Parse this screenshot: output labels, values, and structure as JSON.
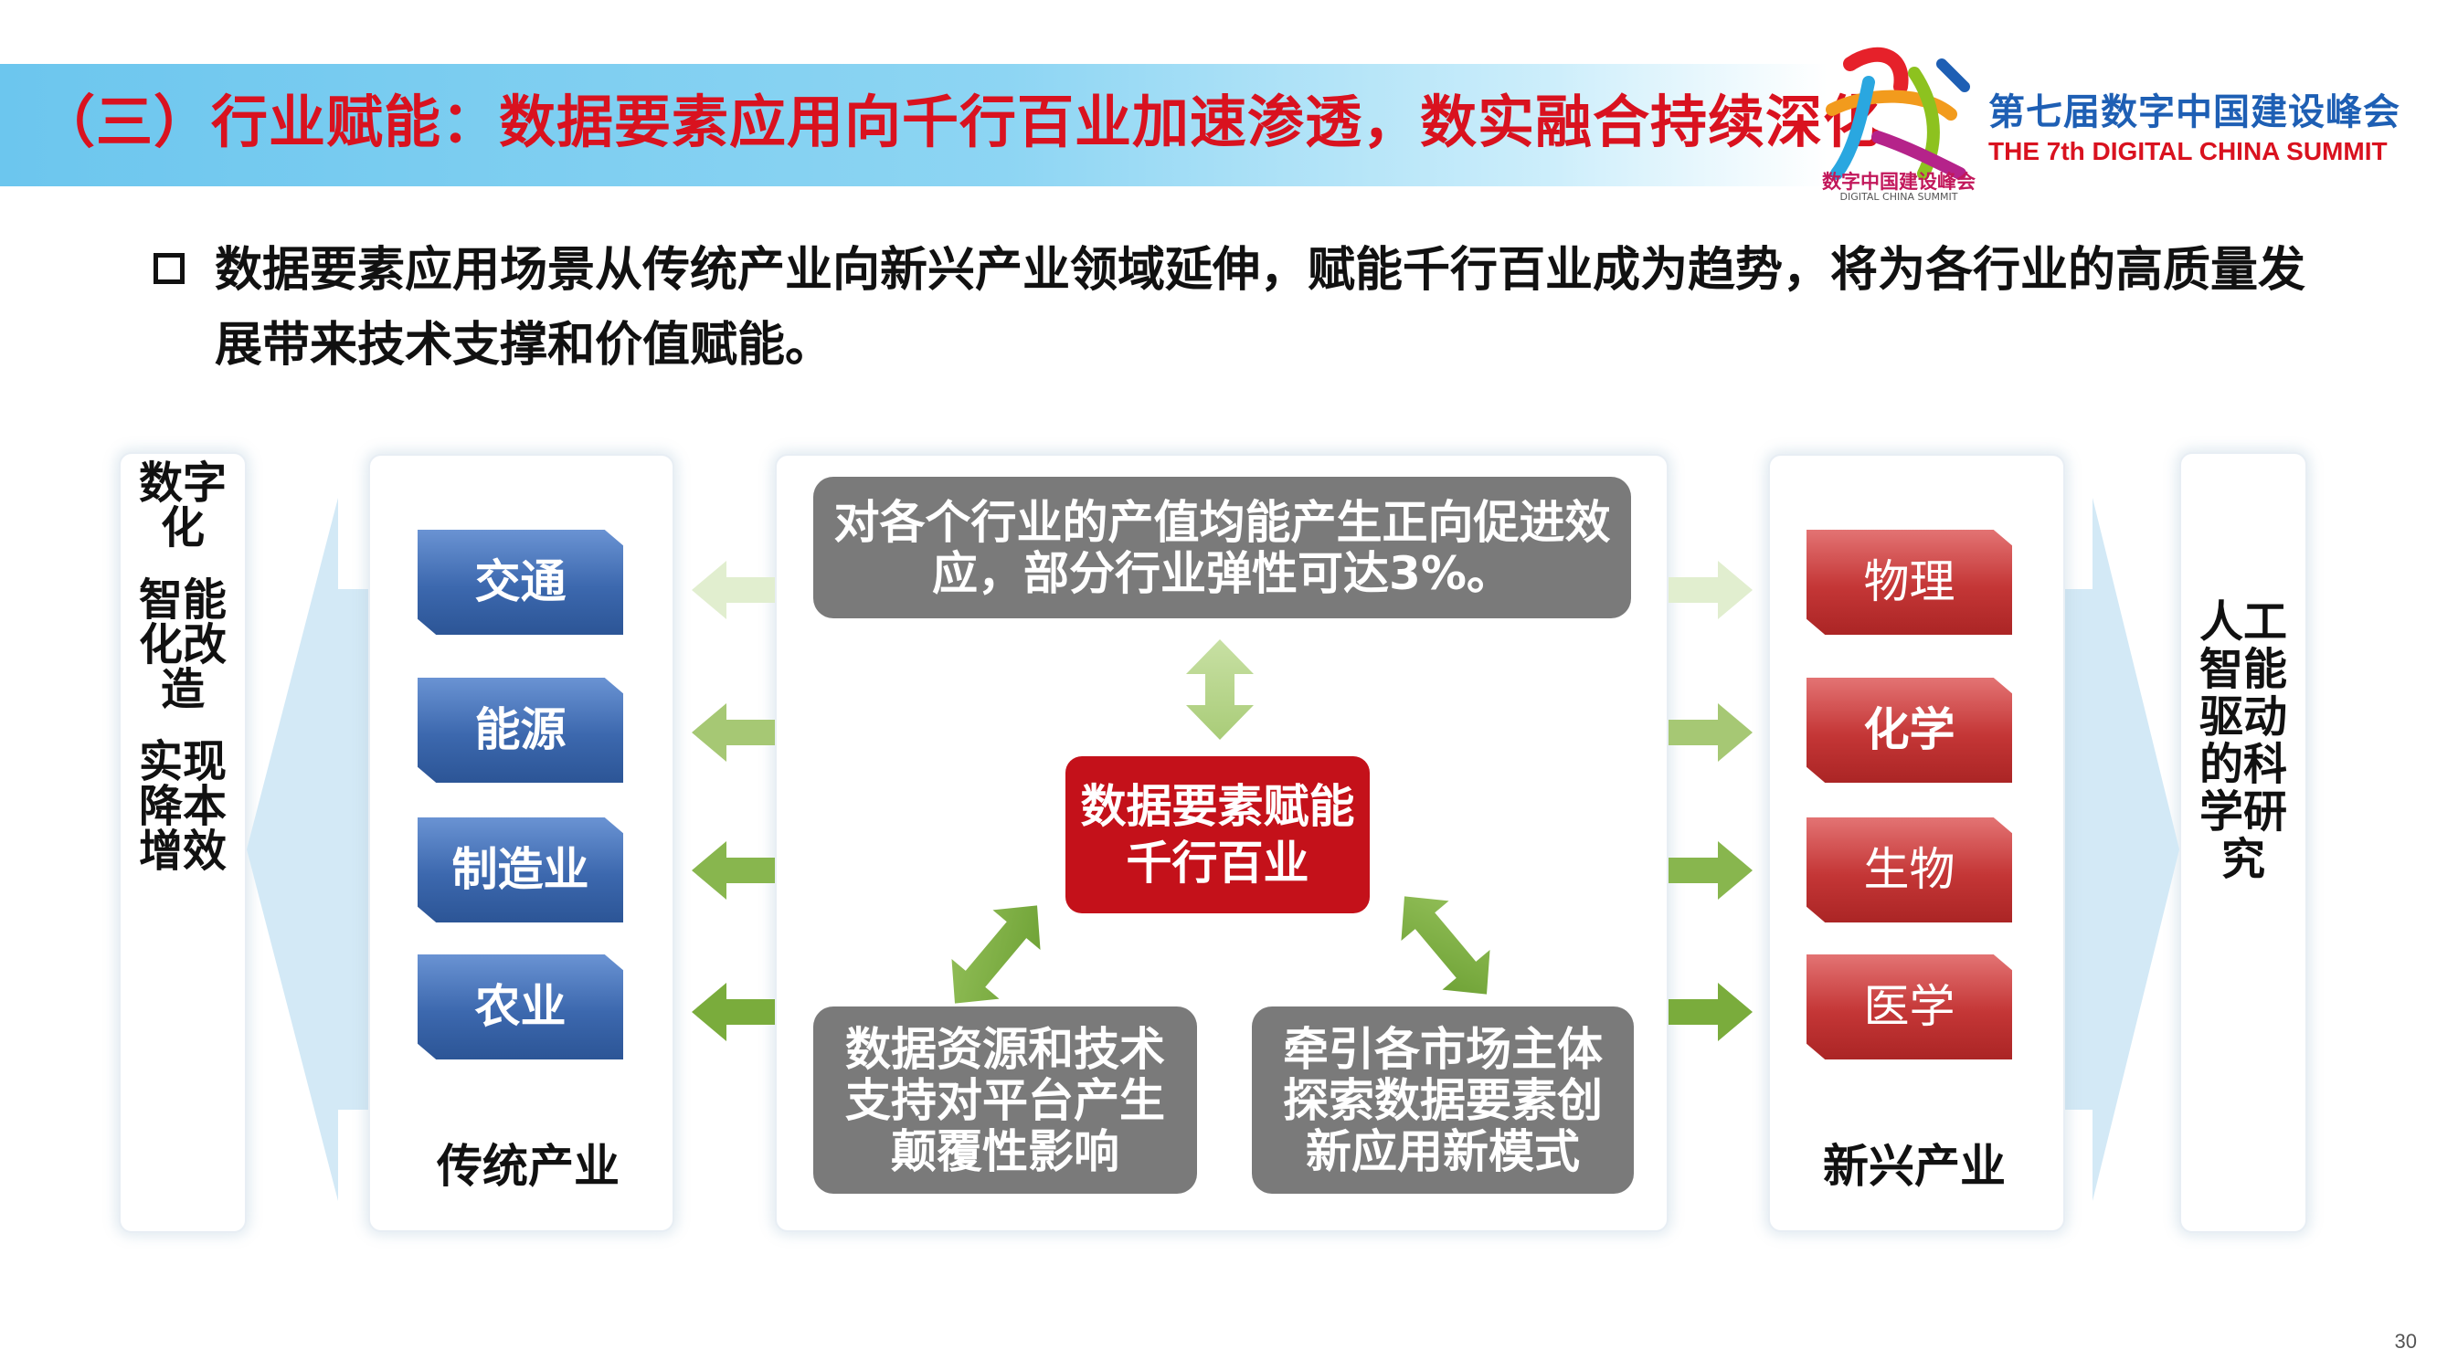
{
  "header": {
    "title": "（三）行业赋能：数据要素应用向千行百业加速渗透，数实融合持续深化",
    "summit_cn": "第七届数字中国建设峰会",
    "summit_en": "THE 7th DIGITAL CHINA SUMMIT",
    "logo_caption_cn": "数字中国建设峰会",
    "logo_caption_en": "DIGITAL CHINA SUMMIT"
  },
  "bullet": "数据要素应用场景从传统产业向新兴产业领域延伸，赋能千行百业成为趋势，将为各行业的高质量发展带来技术支撑和价值赋能。",
  "left_side": {
    "line1": "数字化",
    "line2": "智能化改造",
    "line3": "实现降本增效"
  },
  "right_side": "人工智能驱动的科学研究",
  "traditional": {
    "label": "传统产业",
    "items": [
      "交通",
      "能源",
      "制造业",
      "农业"
    ]
  },
  "emerging": {
    "label": "新兴产业",
    "items": [
      "物理",
      "化学",
      "生物",
      "医学"
    ]
  },
  "center": {
    "core": "数据要素赋能千行百业",
    "top": "对各个行业的产值均能产生正向促进效应，部分行业弹性可达3%。",
    "bottom_left": "数据资源和技术支持对平台产生颠覆性影响",
    "bottom_right": "牵引各市场主体探索数据要素创新应用新模式"
  },
  "colors": {
    "title_red": "#d9121f",
    "industry_blue": "#3c68ae",
    "industry_red": "#c43636",
    "core_red": "#c4111a",
    "box_gray": "#7a7a7a",
    "arrow_green": "#7aac3c"
  },
  "page_number": "30"
}
